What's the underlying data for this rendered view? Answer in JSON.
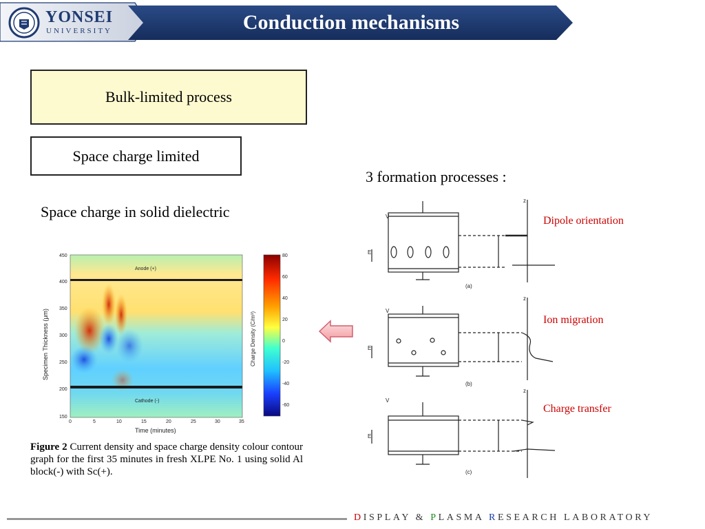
{
  "header": {
    "logo_name": "YONSEI",
    "logo_sub": "UNIVERSITY",
    "title": "Conduction mechanisms"
  },
  "boxes": {
    "bulk": "Bulk-limited process",
    "space_charge": "Space charge limited"
  },
  "left": {
    "heading": "Space charge in solid dielectric",
    "plot": {
      "ylabel": "Specimen Thickness (μm)",
      "xlabel": "Time (minutes)",
      "y_ticks": [
        "450",
        "400",
        "350",
        "300",
        "250",
        "200",
        "150"
      ],
      "x_ticks": [
        "0",
        "5",
        "10",
        "15",
        "20",
        "25",
        "30",
        "35"
      ],
      "anode_label": "Anode (+)",
      "cathode_label": "Cathode (-)",
      "colorbar_label": "Charge Density (C/m³)",
      "colorbar_ticks": [
        "80",
        "60",
        "40",
        "20",
        "0",
        "-20",
        "-40",
        "-60"
      ]
    },
    "caption_bold": "Figure 2",
    "caption_text": " Current density and space charge density colour contour graph for the first 35 minutes in fresh XLPE No. 1 using solid Al block(-) with Sc(+)."
  },
  "right": {
    "heading": "3 formation processes :",
    "labels": [
      "Dipole orientation",
      "Ion migration",
      "Charge transfer"
    ],
    "panel_letters": [
      "(a)",
      "(b)",
      "(c)"
    ],
    "axis_letters": {
      "v": "V",
      "e": "E",
      "z": "z"
    }
  },
  "footer": {
    "d": "D",
    "isplay": "ISPLAY",
    "amp": "&",
    "p": "P",
    "lasma": "LASMA",
    "r": "R",
    "esearch": "ESEARCH",
    "lab": "LABORATORY"
  },
  "colors": {
    "header_navy": "#1f3b73",
    "box_yellow": "#fdfad0",
    "red_label": "#cc0000",
    "footer_d": "#cc0000",
    "footer_p": "#1a8a1a",
    "footer_r": "#1a3aa0"
  }
}
